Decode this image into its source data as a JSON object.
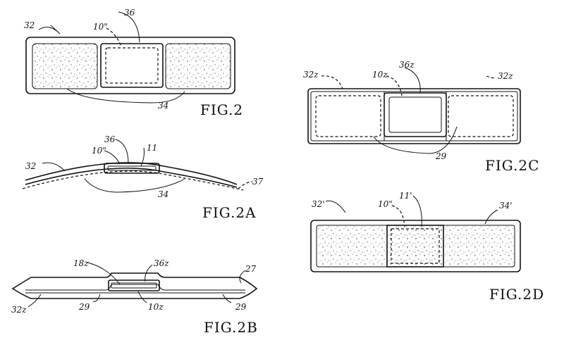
{
  "figures": {
    "fig2": {
      "label": "FIG.2",
      "refs": {
        "a": "32",
        "b": "10\"",
        "c": "36",
        "d": "34"
      }
    },
    "fig2a": {
      "label": "FIG.2A",
      "refs": {
        "a": "32",
        "b": "10\"",
        "c": "36",
        "d": "11",
        "e": "34",
        "f": "37"
      }
    },
    "fig2b": {
      "label": "FIG.2B",
      "refs": {
        "a": "18z",
        "b": "36z",
        "c": "27",
        "d": "32z",
        "e": "29",
        "f": "10z",
        "g": "29"
      }
    },
    "fig2c": {
      "label": "FIG.2C",
      "refs": {
        "a": "32z",
        "b": "10z",
        "c": "36z",
        "d": "32z",
        "e": "29"
      }
    },
    "fig2d": {
      "label": "FIG.2D",
      "refs": {
        "a": "32'",
        "b": "10\"",
        "c": "11'",
        "d": "34'"
      }
    }
  }
}
